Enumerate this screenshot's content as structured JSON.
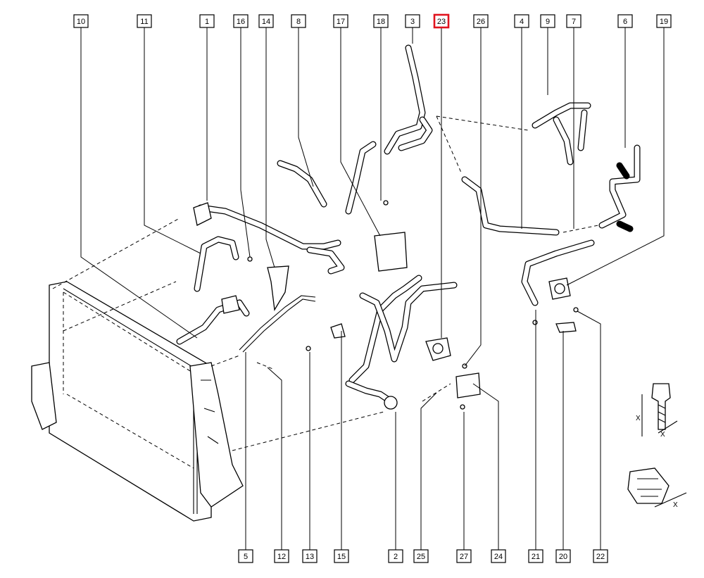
{
  "diagram": {
    "highlighted_callout": "23",
    "highlight_color": "#e0141e",
    "top_callouts": [
      "10",
      "11",
      "1",
      "16",
      "14",
      "8",
      "17",
      "18",
      "3",
      "23",
      "26",
      "4",
      "9",
      "7",
      "6",
      "19"
    ],
    "bottom_callouts": [
      "5",
      "12",
      "13",
      "15",
      "2",
      "25",
      "27",
      "24",
      "21",
      "20",
      "22"
    ],
    "inset_labels": {
      "bolt_x1": "X",
      "bolt_x2": "X",
      "clip_x": "X"
    }
  }
}
